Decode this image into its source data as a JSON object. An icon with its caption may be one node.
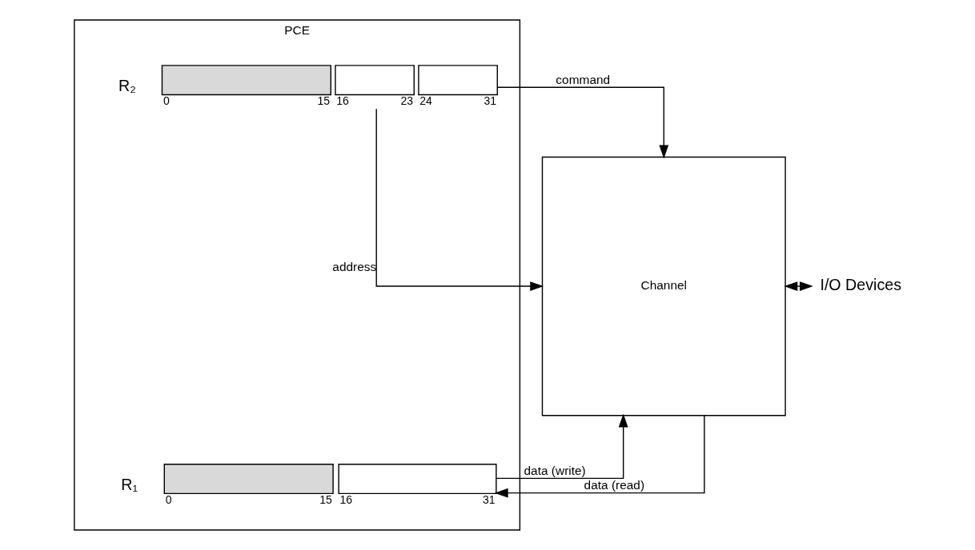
{
  "diagram": {
    "nodes": [
      {
        "text": [
          "PCE"
        ]
      },
      {
        "text": [],
        "shape": "box",
        "in": 0,
        "beside": [
          "0",
          "15"
        ]
      },
      {
        "text": [],
        "shape": "box",
        "in": 0,
        "beside": [
          "16",
          "23"
        ]
      },
      {
        "text": [],
        "shape": "box",
        "in": 0,
        "beside": [
          "24",
          "31"
        ]
      },
      {
        "text": [],
        "shape": "box",
        "in": 0,
        "beside": [
          "0",
          "15"
        ]
      },
      {
        "text": [],
        "shape": "box",
        "in": 0,
        "beside": [
          "16",
          "31"
        ]
      },
      {
        "text": [
          "Channel"
        ]
      },
      {
        "text": [
          "I/O Devices"
        ]
      }
    ],
    "edges": [
      {
        "from": 3,
        "to": 6,
        "arrow": "to",
        "label": "command"
      },
      {
        "from": 2,
        "to": 6,
        "arrow": "to",
        "label": "address"
      },
      {
        "from": 6,
        "to": 5,
        "arrow": "to",
        "label": "data (read)"
      },
      {
        "from": 5,
        "to": 6,
        "arrow": "to",
        "label": "data (write)"
      },
      {
        "from": 6,
        "to": 7,
        "arrow": "both"
      }
    ],
    "labels": [
      "R₂",
      "R₁"
    ]
  }
}
